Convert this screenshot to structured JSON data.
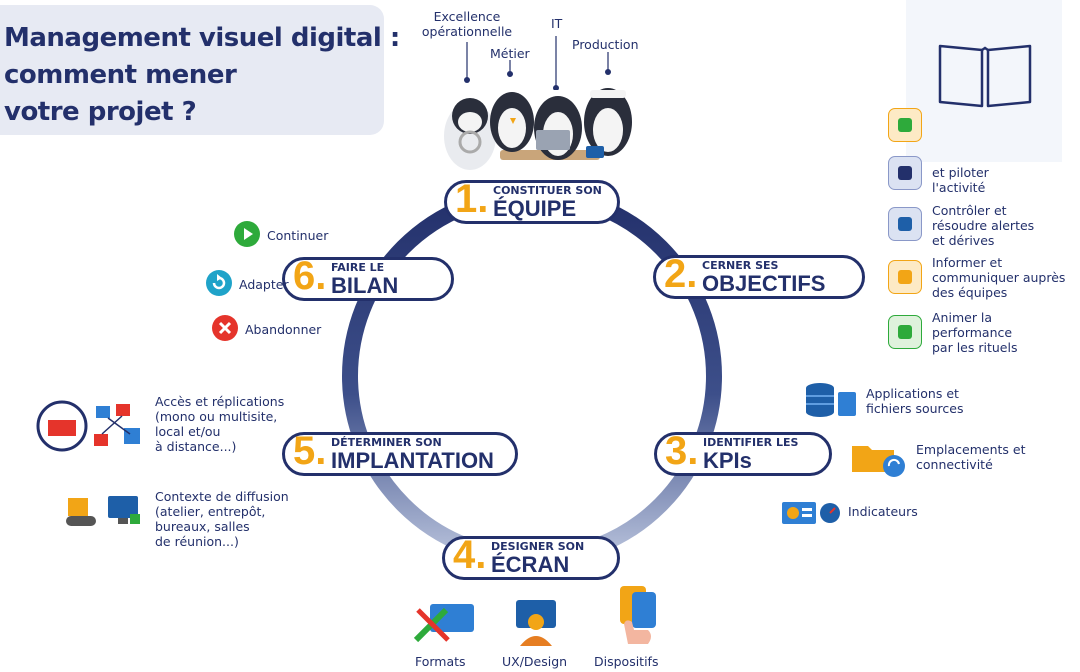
{
  "title": {
    "line1": "Management visuel digital :",
    "line2": "comment mener",
    "line3": "votre projet ?"
  },
  "team": {
    "labels": [
      "Excellence",
      "opérationnelle",
      "Métier",
      "IT",
      "Production"
    ]
  },
  "steps": [
    {
      "num": "1.",
      "small": "CONSTITUER SON",
      "big": "ÉQUIPE"
    },
    {
      "num": "2.",
      "small": "CERNER SES",
      "big": "OBJECTIFS"
    },
    {
      "num": "3.",
      "small": "IDENTIFIER LES",
      "big": "KPIs"
    },
    {
      "num": "4.",
      "small": "DESIGNER SON",
      "big": "ÉCRAN"
    },
    {
      "num": "5.",
      "small": "DÉTERMINER SON",
      "big": "IMPLANTATION"
    },
    {
      "num": "6.",
      "small": "FAIRE LE",
      "big": "BILAN"
    }
  ],
  "bilan_options": [
    "Continuer",
    "Adapter",
    "Abandonner"
  ],
  "objectives": [
    {
      "l1": "et piloter",
      "l2": "l'activité",
      "l3": ""
    },
    {
      "l1": "Contrôler et",
      "l2": "résoudre alertes",
      "l3": "et dérives"
    },
    {
      "l1": "Informer et",
      "l2": "communiquer auprès",
      "l3": "des équipes"
    },
    {
      "l1": "Animer la",
      "l2": "performance",
      "l3": "par les rituels"
    }
  ],
  "kpis": [
    {
      "l1": "Applications et",
      "l2": "fichiers sources"
    },
    {
      "l1": "Emplacements et",
      "l2": "connectivité"
    },
    {
      "l1": "Indicateurs",
      "l2": ""
    }
  ],
  "ecran": [
    "Formats",
    "UX/Design",
    "Dispositifs"
  ],
  "implantation": [
    {
      "l1": "Accès et réplications",
      "l2": "(mono ou multisite,",
      "l3": "local et/ou",
      "l4": "à distance...)"
    },
    {
      "l1": "Contexte de diffusion",
      "l2": "(atelier, entrepôt,",
      "l3": "bureaux, salles",
      "l4": "de réunion...)"
    }
  ],
  "colors": {
    "navy": "#23306b",
    "orange": "#f2a516",
    "ring_light": "#b9c3dc",
    "green": "#2eaa3b",
    "red": "#e5342b",
    "teal": "#1fa3c9"
  }
}
